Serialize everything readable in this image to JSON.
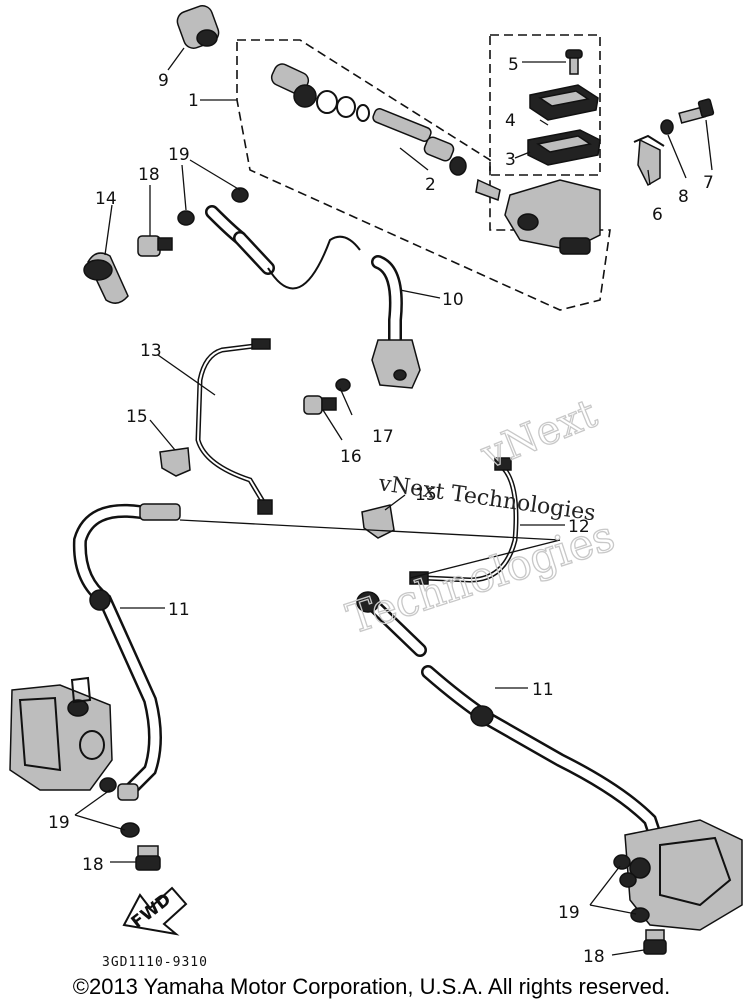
{
  "callouts": {
    "c1": "1",
    "c2": "2",
    "c3": "3",
    "c4": "4",
    "c5": "5",
    "c6": "6",
    "c7": "7",
    "c8": "8",
    "c9": "9",
    "c10": "10",
    "c11a": "11",
    "c11b": "11",
    "c12": "12",
    "c13": "13",
    "c14": "14",
    "c15a": "15",
    "c15b": "15",
    "c16": "16",
    "c17": "17",
    "c18a": "18",
    "c18b": "18",
    "c18c": "18",
    "c19a": "19",
    "c19b": "19",
    "c19c": "19"
  },
  "fwd_label": "FWD",
  "diagram_code": "3GD1110-9310",
  "watermark": {
    "line1": "vNext",
    "line2": "vNext Technologies",
    "line3": "Technologies"
  },
  "copyright": "©2013 Yamaha Motor Corporation, U.S.A. All rights reserved."
}
